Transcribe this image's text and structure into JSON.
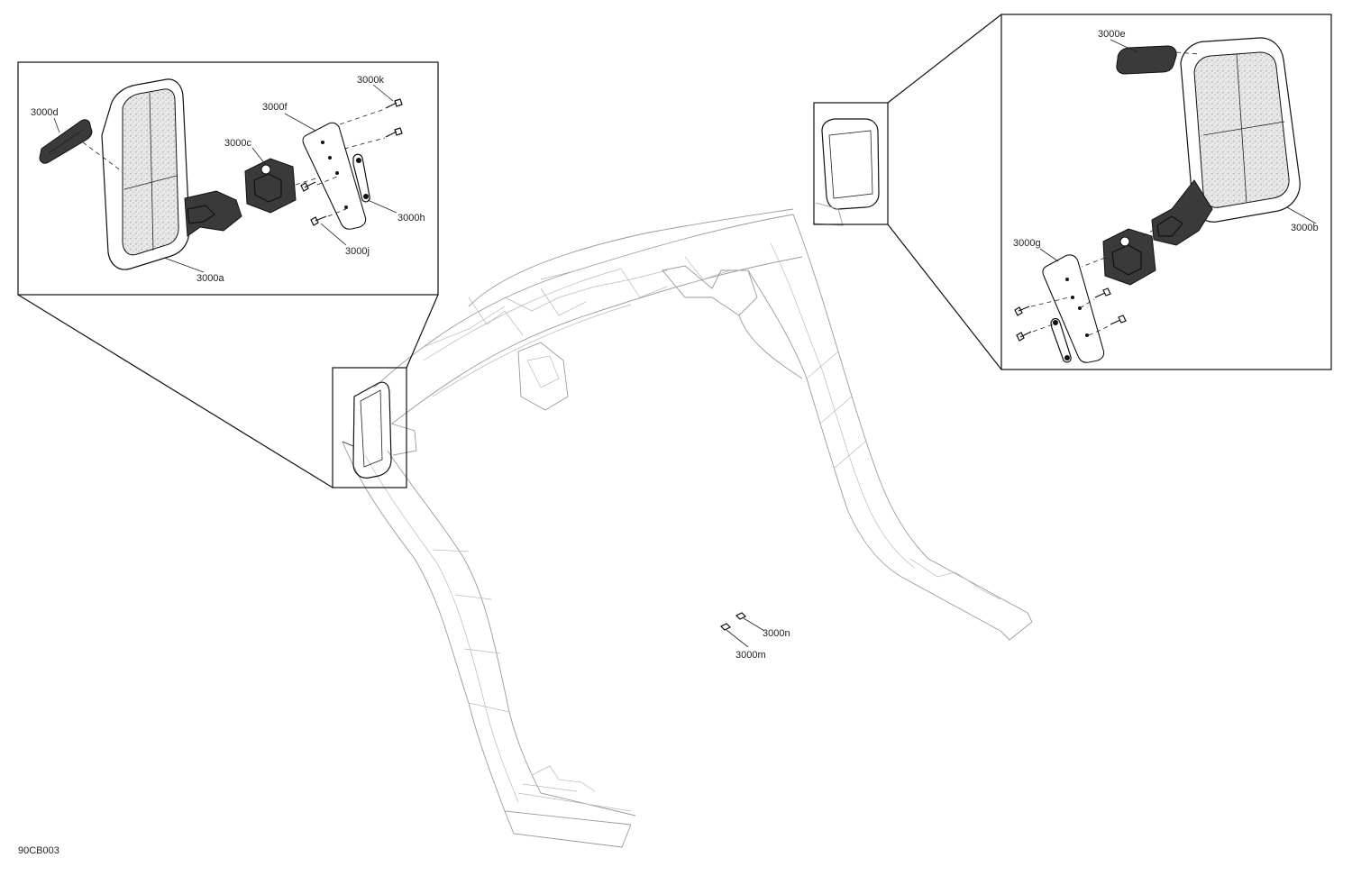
{
  "diagram": {
    "drawing_code": "90CB003",
    "callouts": {
      "a": "3000a",
      "b": "3000b",
      "c": "3000c",
      "d": "3000d",
      "e": "3000e",
      "f": "3000f",
      "g": "3000g",
      "h": "3000h",
      "j": "3000j",
      "k": "3000k",
      "m": "3000m",
      "n": "3000n"
    }
  }
}
